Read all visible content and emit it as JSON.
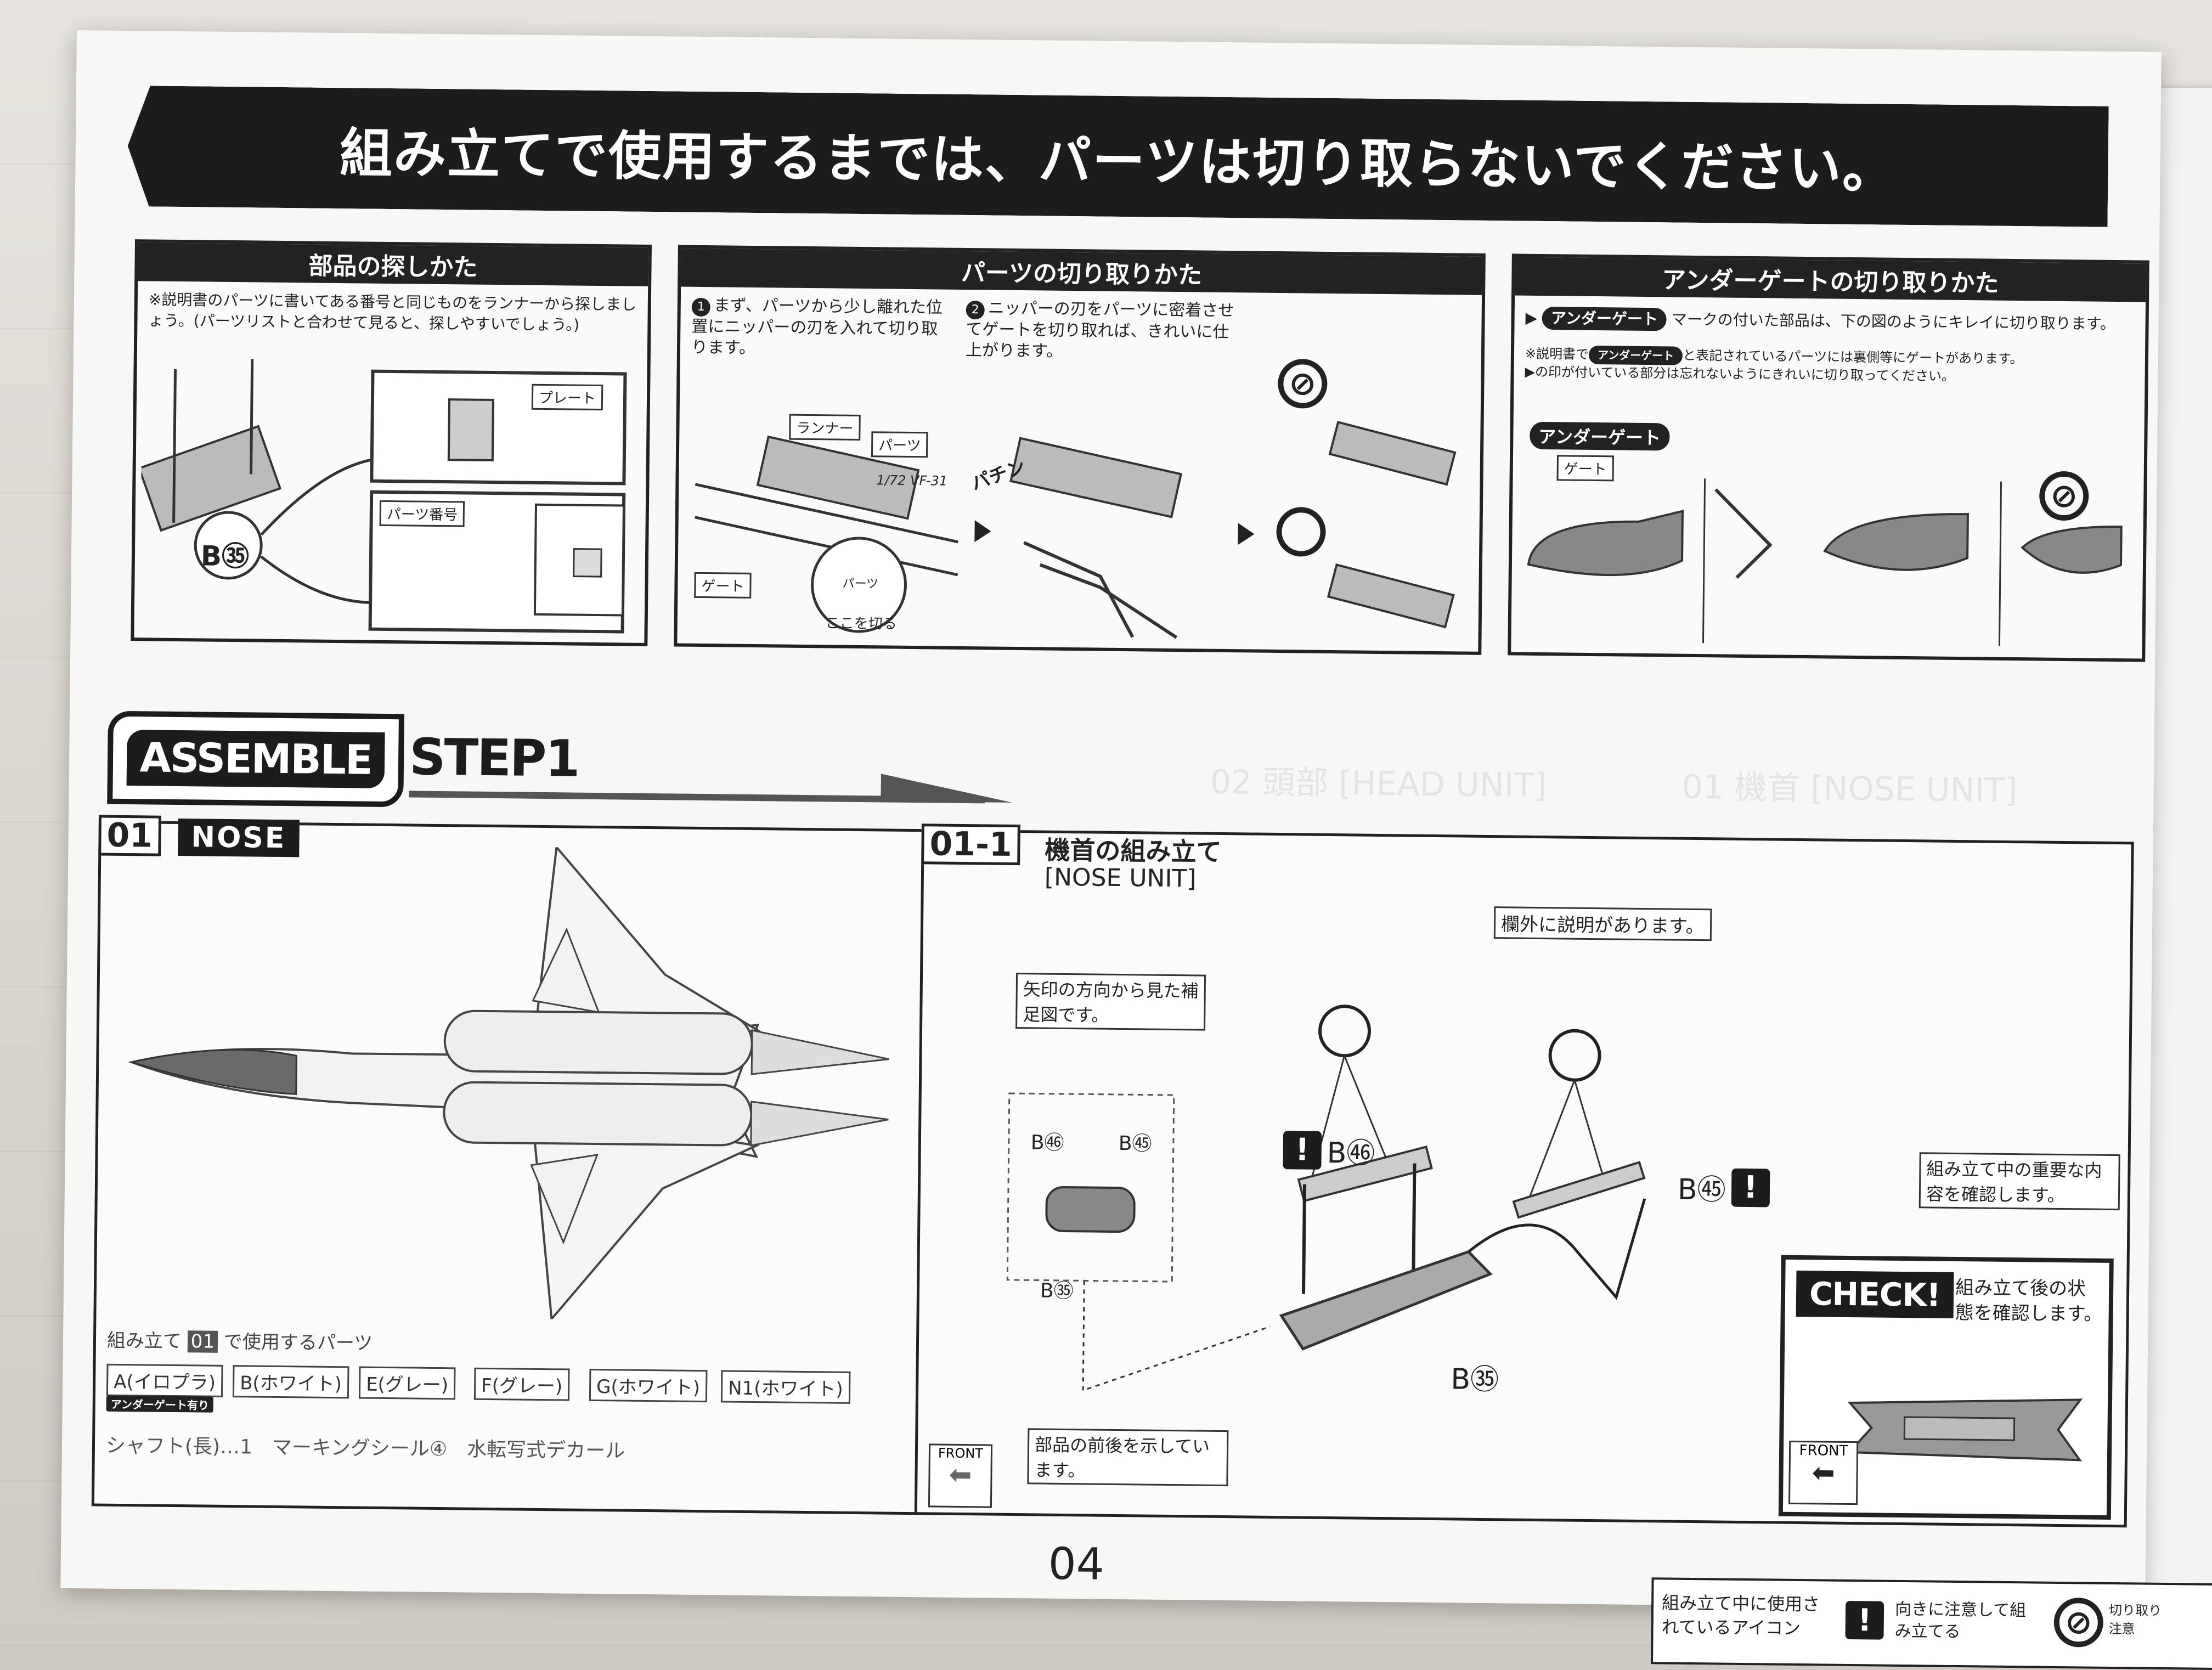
{
  "banner": {
    "text": "組み立てで使用するまでは、パーツは切り取らないでください。"
  },
  "find_parts": {
    "title": "部品の探しかた",
    "text": "※説明書のパーツに書いてある番号と同じものをランナーから探しましょう。(パーツリストと合わせて見ると、探しやすいでしょう。)",
    "label_plate": "プレート",
    "label_partnum": "パーツ番号",
    "callout": "B㉟"
  },
  "cutting": {
    "title": "パーツの切り取りかた",
    "step1": "まず、パーツから少し離れた位置にニッパーの刃を入れて切り取ります。",
    "step2": "ニッパーの刃をパーツに密着させてゲートを切り取れば、きれいに仕上がります。",
    "label_runner": "ランナー",
    "label_parts": "パーツ",
    "label_gate": "ゲート",
    "label_cut_here": "ここを切る",
    "snap": "パチン",
    "runner_mark": "1/72 VF-31",
    "zoom_parts": "パーツ"
  },
  "undergate": {
    "title": "アンダーゲートの切り取りかた",
    "pill": "アンダーゲート",
    "line1": "マークの付いた部品は、下の図のようにキレイに切り取ります。",
    "note_pre": "※説明書で",
    "note_post": "と表記されているパーツには裏側等にゲートがあります。",
    "note_line2": "▶の印が付いている部分は忘れないようにきれいに切り取ってください。",
    "label_under": "アンダーゲート",
    "label_gate": "ゲート"
  },
  "assemble": {
    "badge": "ASSEMBLE",
    "step": "STEP1"
  },
  "sec01": {
    "num": "01",
    "badge": "NOSE",
    "parts_title_pre": "組み立て",
    "parts_title_num": "01",
    "parts_title_post": "で使用するパーツ",
    "parts": [
      "A(イロプラ)",
      "B(ホワイト)",
      "E(グレー)",
      "F(グレー)",
      "G(ホワイト)",
      "N1(ホワイト)"
    ],
    "under_note": "アンダーゲート有り",
    "extras": "シャフト(長)…1　マーキングシール④　水転写式デカール"
  },
  "sec011": {
    "num": "01-1",
    "title": "機首の組み立て",
    "subtitle": "[NOSE UNIT]",
    "note_outside": "欄外に説明があります。",
    "note_arrow": "矢印の方向から見た補足図です。",
    "note_front": "部品の前後を示しています。",
    "note_important": "組み立て中の重要な内容を確認します。",
    "b46": "B㊻",
    "b45": "B㊺",
    "b35": "B㉟",
    "front": "FRONT"
  },
  "check": {
    "badge": "CHECK!",
    "text": "組み立て後の状態を確認します。",
    "front": "FRONT"
  },
  "page_number": "04",
  "legend": {
    "title": "組み立て中に使用されているアイコン",
    "bang_text": "向きに注意して組み立てる",
    "cut_text": "切り取り注意"
  },
  "faded_bg": {
    "unit02": "02 頭部 [HEAD UNIT]",
    "unit01": "01 機首 [NOSE UNIT]"
  }
}
